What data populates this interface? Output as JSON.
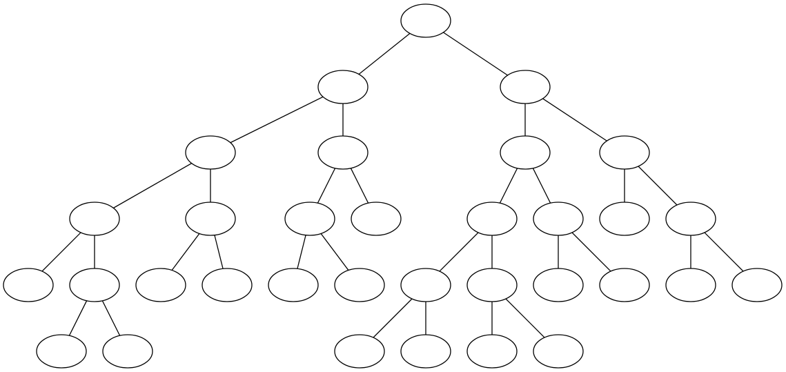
{
  "diagram": {
    "type": "tree",
    "node_label": "",
    "colors": {
      "stroke": "#000000",
      "fill": "#ffffff"
    },
    "root": {
      "id": "n0",
      "children": [
        {
          "id": "n1",
          "children": [
            {
              "id": "n3",
              "children": [
                {
                  "id": "n7",
                  "children": [
                    {
                      "id": "n15",
                      "children": []
                    },
                    {
                      "id": "n16",
                      "children": [
                        {
                          "id": "n27",
                          "children": []
                        },
                        {
                          "id": "n28",
                          "children": []
                        }
                      ]
                    }
                  ]
                },
                {
                  "id": "n8",
                  "children": [
                    {
                      "id": "n17",
                      "children": []
                    },
                    {
                      "id": "n18",
                      "children": []
                    }
                  ]
                }
              ]
            },
            {
              "id": "n4",
              "children": [
                {
                  "id": "n9",
                  "children": [
                    {
                      "id": "n19",
                      "children": []
                    },
                    {
                      "id": "n20",
                      "children": []
                    }
                  ]
                },
                {
                  "id": "n10",
                  "children": []
                }
              ]
            }
          ]
        },
        {
          "id": "n2",
          "children": [
            {
              "id": "n5",
              "children": [
                {
                  "id": "n11",
                  "children": [
                    {
                      "id": "n21",
                      "children": [
                        {
                          "id": "n29",
                          "children": []
                        },
                        {
                          "id": "n30",
                          "children": []
                        }
                      ]
                    },
                    {
                      "id": "n22",
                      "children": [
                        {
                          "id": "n31",
                          "children": []
                        },
                        {
                          "id": "n32",
                          "children": []
                        }
                      ]
                    }
                  ]
                },
                {
                  "id": "n12",
                  "children": [
                    {
                      "id": "n23",
                      "children": []
                    },
                    {
                      "id": "n24",
                      "children": []
                    }
                  ]
                }
              ]
            },
            {
              "id": "n6",
              "children": [
                {
                  "id": "n13",
                  "children": []
                },
                {
                  "id": "n14",
                  "children": [
                    {
                      "id": "n25",
                      "children": []
                    },
                    {
                      "id": "n26",
                      "children": []
                    }
                  ]
                }
              ]
            }
          ]
        }
      ]
    }
  }
}
